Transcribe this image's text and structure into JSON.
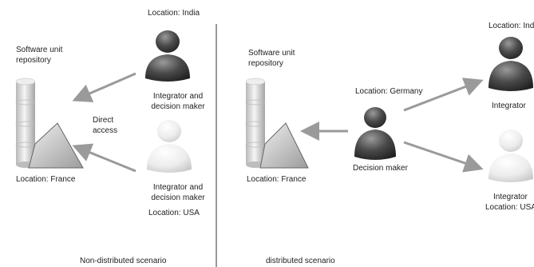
{
  "left_scenario": {
    "caption": "Non-distributed scenario",
    "repository_label": "Software unit repository",
    "repository_location": "Location: France",
    "india_location": "Location: India",
    "india_role": "Integrator and decision maker",
    "usa_role": "Integrator and decision maker",
    "usa_location": "Location: USA",
    "access_label": "Direct access"
  },
  "right_scenario": {
    "caption": "distributed scenario",
    "repository_label": "Software unit repository",
    "repository_location": "Location: France",
    "germany_location": "Location: Germany",
    "germany_role": "Decision maker",
    "india_location": "Location: Indi",
    "india_role": "Integrator",
    "usa_role": "Integrator",
    "usa_location": "Location: USA"
  },
  "colors": {
    "arrow": "#9a9a9a",
    "divider": "#555555",
    "dark_person": "#3c3c3c",
    "light_person": "#e6e6e6",
    "database": "#d8d8d8"
  },
  "icons": [
    "database-icon",
    "warning-triangle-icon",
    "person-icon",
    "arrow"
  ]
}
